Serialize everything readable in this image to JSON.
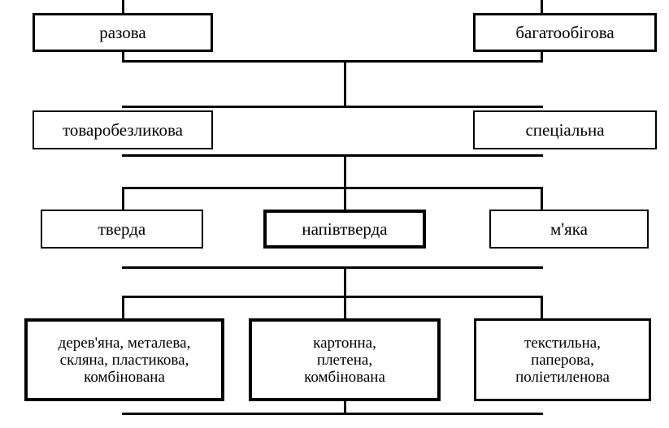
{
  "levels": [
    {
      "id": "usage",
      "boxes": [
        "разова",
        "багатообігова"
      ]
    },
    {
      "id": "purpose",
      "boxes": [
        "товаробезликова",
        "спеціальна"
      ]
    },
    {
      "id": "rigidity",
      "boxes": [
        "тверда",
        "напівтверда",
        "м'яка"
      ]
    },
    {
      "id": "material",
      "boxes": [
        "дерев'яна, металева,\nскляна, пластикова,\nкомбінована",
        "картонна,\nплетена,\nкомбінована",
        "текстильна,\nпаперова,\nполіетиленова"
      ]
    }
  ]
}
